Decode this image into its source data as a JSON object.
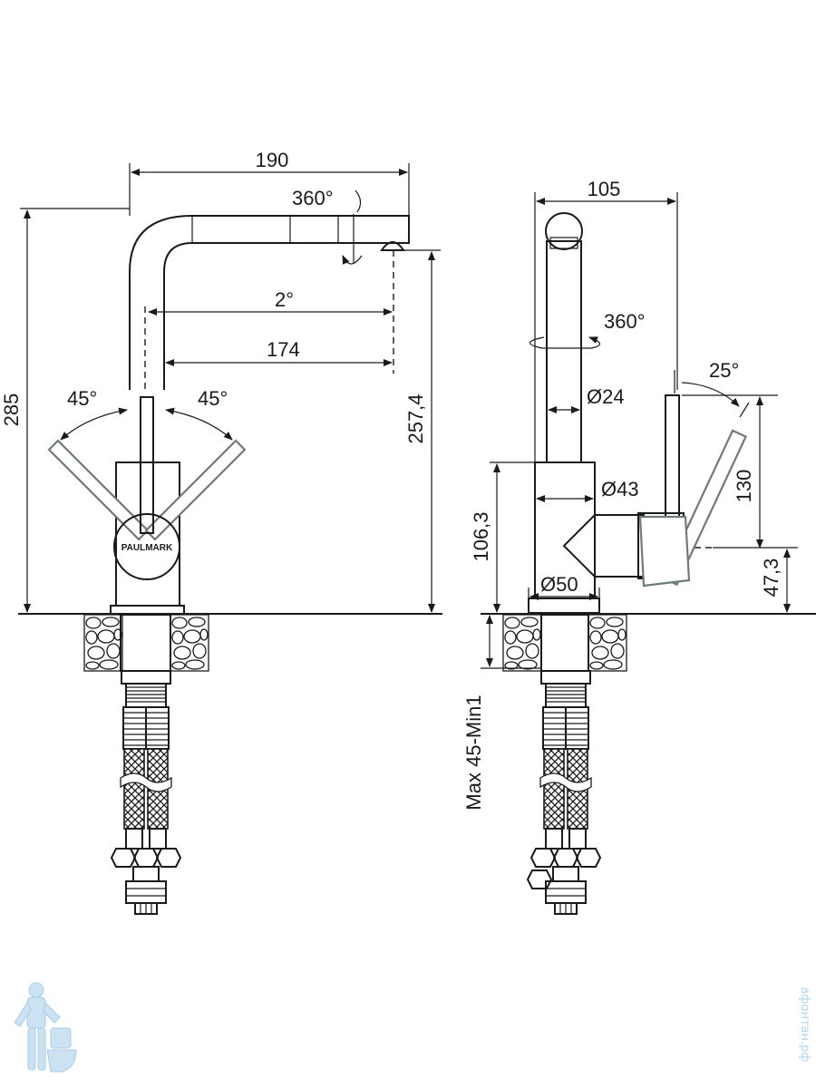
{
  "front_view": {
    "width_label": "190",
    "rotation_label": "360°",
    "spout_angle_label": "2°",
    "reach_label": "174",
    "height_label": "285",
    "spout_height_label": "257,4",
    "lever_left_label": "45°",
    "lever_right_label": "45°",
    "brand_label": "PAULMARK"
  },
  "side_view": {
    "depth_label": "105",
    "rotation_label": "360°",
    "lever_tilt_label": "25°",
    "spout_diameter_label": "Ø24",
    "body_diameter_label": "Ø43",
    "base_diameter_label": "Ø50",
    "lever_height_label": "130",
    "body_height_label": "106,3",
    "lever_axis_label": "47,3",
    "countertop_label": "Max 45-Min1"
  },
  "watermark": {
    "text": "афонтан.рф",
    "icon": "plumber-mascot-icon"
  },
  "colors": {
    "line": "#1a1a1a",
    "lever_outline": "#6f7b76",
    "watermark": "#9cc4e0"
  }
}
